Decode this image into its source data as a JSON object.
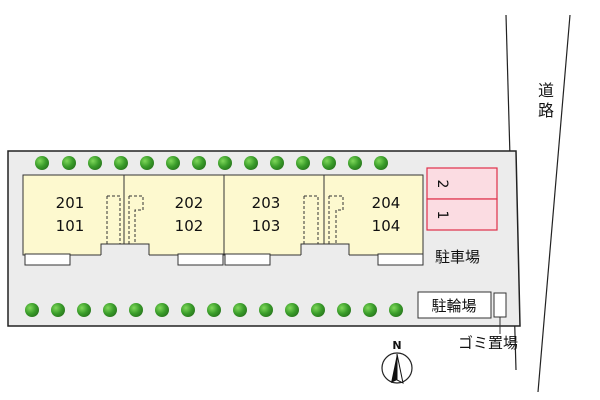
{
  "road": {
    "label_line1": "道",
    "label_line2": "路"
  },
  "units": [
    {
      "upper": "201",
      "lower": "101"
    },
    {
      "upper": "202",
      "lower": "102"
    },
    {
      "upper": "203",
      "lower": "103"
    },
    {
      "upper": "204",
      "lower": "104"
    }
  ],
  "parking": {
    "label": "駐車場",
    "spaces": [
      "2",
      "1"
    ]
  },
  "bicycle_parking": {
    "label": "駐輪場"
  },
  "garbage": {
    "label": "ゴミ置場"
  },
  "compass": {
    "label": "N"
  },
  "colors": {
    "site_background": "#ececec",
    "building_fill": "#fdf9cf",
    "tree_green": "#3a9c2a",
    "tree_highlight": "#6fd04f",
    "parking_fill": "#fbdce2",
    "parking_border": "#e0304a",
    "outline": "#222222"
  }
}
